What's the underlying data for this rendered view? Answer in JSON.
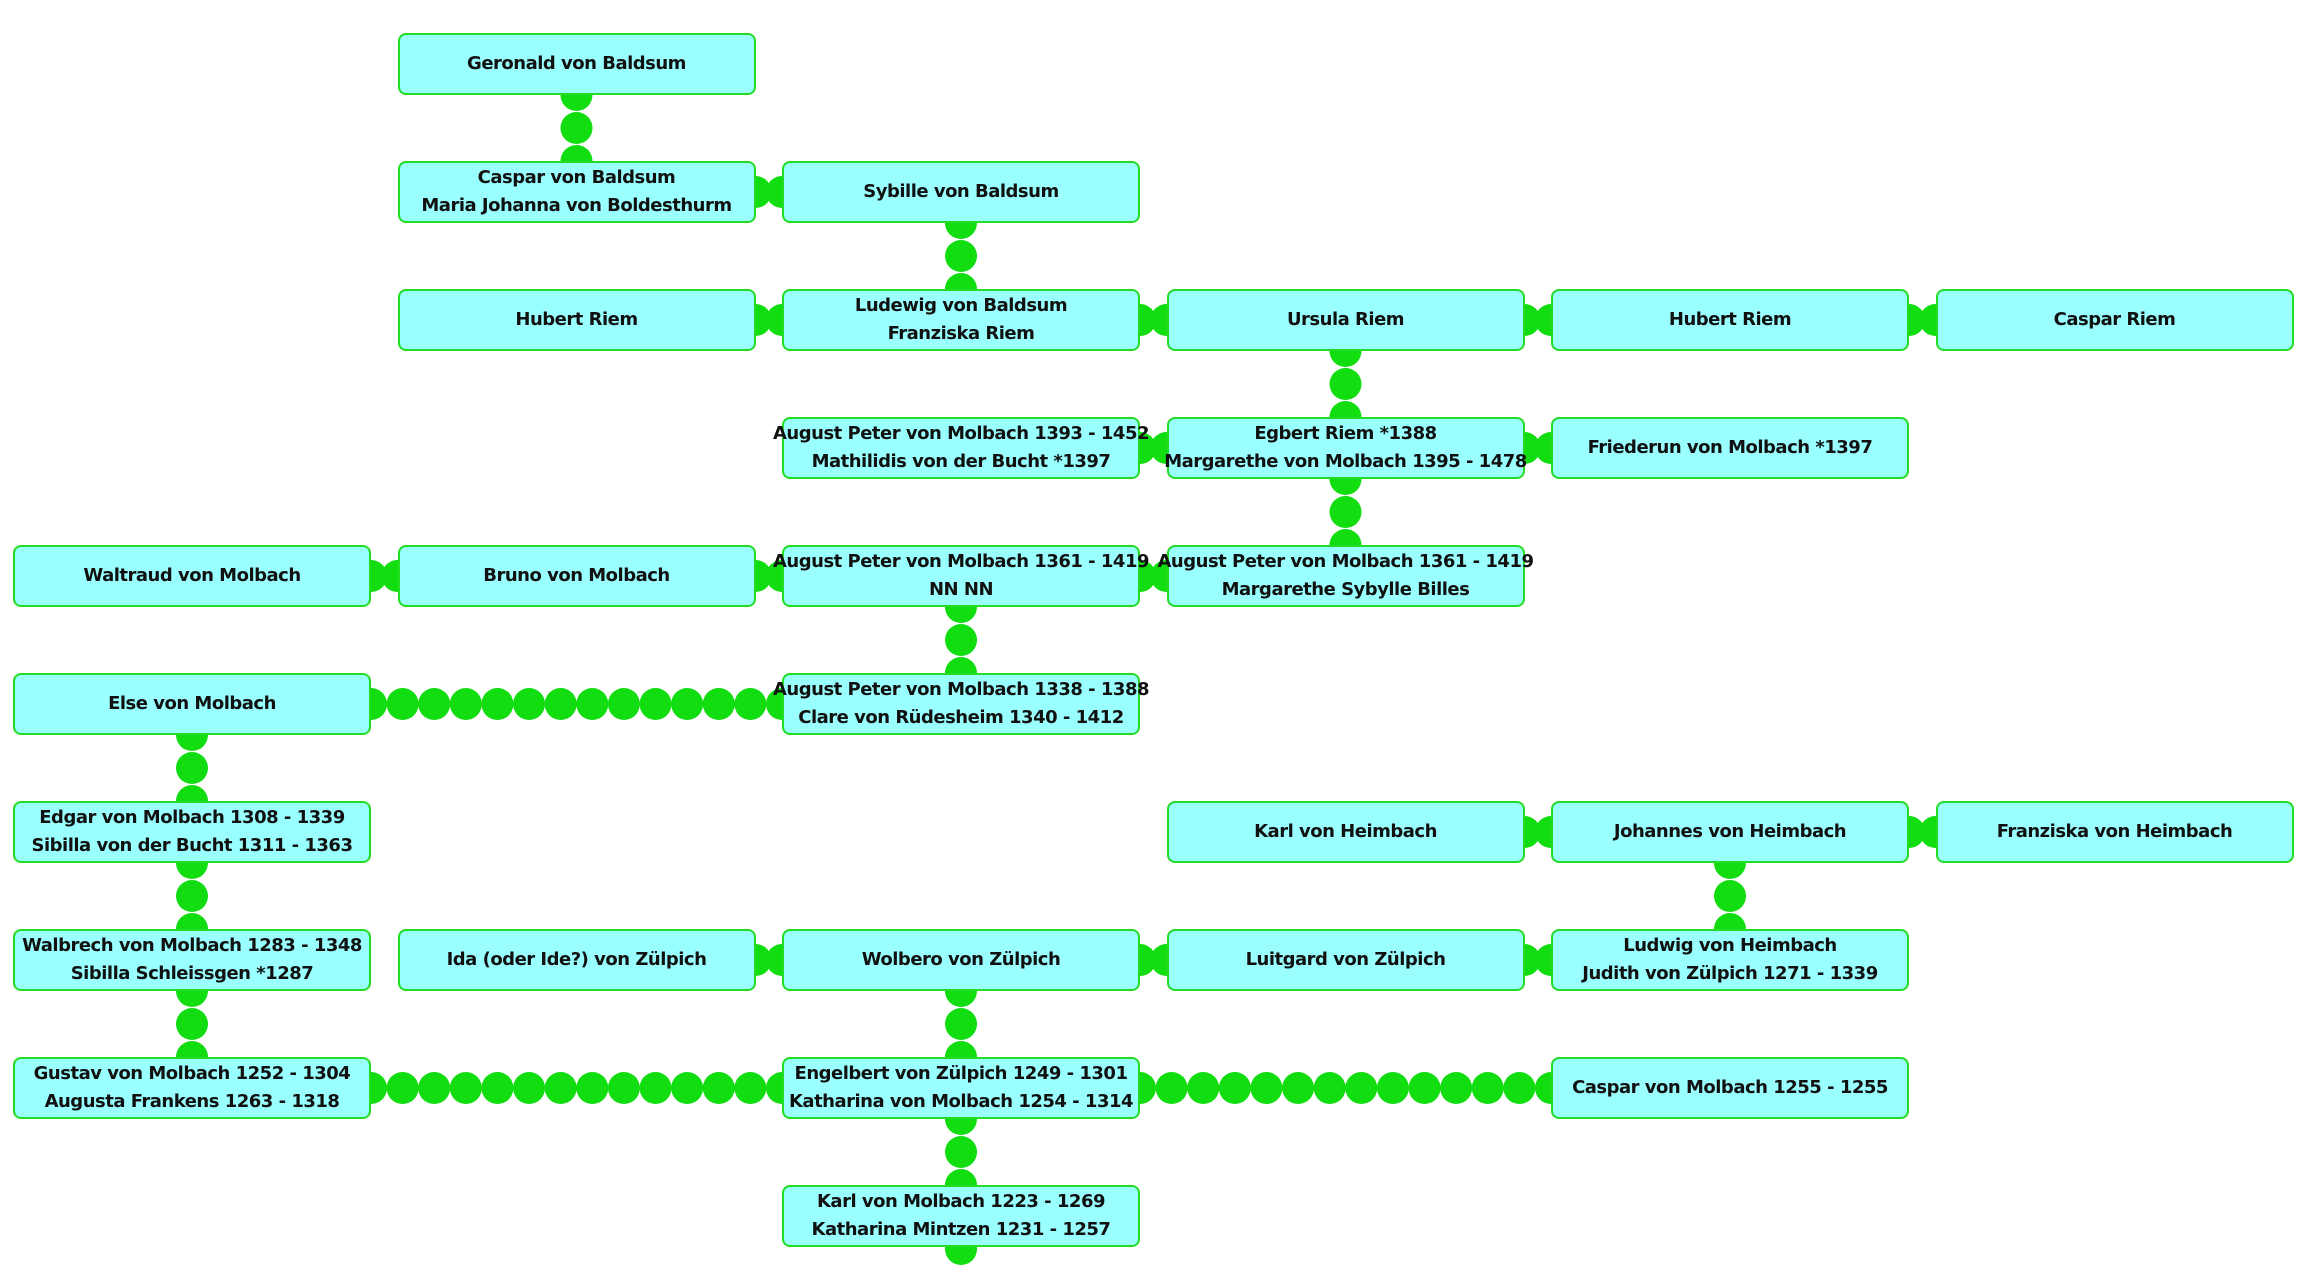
{
  "colors": {
    "node_fill": "#99ffff",
    "node_border": "#22dd22",
    "connector": "#11dd11",
    "text": "#111111"
  },
  "nodes": [
    {
      "id": "n1",
      "col": 1,
      "row": 0,
      "lines": [
        "Geronald von Baldsum"
      ]
    },
    {
      "id": "n2",
      "col": 1,
      "row": 1,
      "lines": [
        "Caspar von Baldsum",
        "Maria Johanna von Boldesthurm"
      ]
    },
    {
      "id": "n3",
      "col": 2,
      "row": 1,
      "lines": [
        "Sybille von Baldsum"
      ]
    },
    {
      "id": "n4",
      "col": 1,
      "row": 2,
      "lines": [
        "Hubert Riem"
      ]
    },
    {
      "id": "n5",
      "col": 2,
      "row": 2,
      "lines": [
        "Ludewig von Baldsum",
        "Franziska Riem"
      ]
    },
    {
      "id": "n6",
      "col": 3,
      "row": 2,
      "lines": [
        "Ursula Riem"
      ]
    },
    {
      "id": "n7",
      "col": 4,
      "row": 2,
      "lines": [
        "Hubert Riem"
      ]
    },
    {
      "id": "n8",
      "col": 5,
      "row": 2,
      "lines": [
        "Caspar Riem"
      ]
    },
    {
      "id": "n9",
      "col": 2,
      "row": 3,
      "lines": [
        "August Peter von Molbach 1393 - 1452",
        "Mathilidis von der Bucht *1397"
      ]
    },
    {
      "id": "n10",
      "col": 3,
      "row": 3,
      "lines": [
        "Egbert Riem *1388",
        "Margarethe von Molbach 1395 - 1478"
      ]
    },
    {
      "id": "n11",
      "col": 4,
      "row": 3,
      "lines": [
        "Friederun von Molbach *1397"
      ]
    },
    {
      "id": "n12",
      "col": 0,
      "row": 4,
      "lines": [
        "Waltraud von Molbach"
      ]
    },
    {
      "id": "n13",
      "col": 1,
      "row": 4,
      "lines": [
        "Bruno von Molbach"
      ]
    },
    {
      "id": "n14",
      "col": 2,
      "row": 4,
      "lines": [
        "August Peter von Molbach 1361 - 1419",
        "NN NN"
      ]
    },
    {
      "id": "n15",
      "col": 3,
      "row": 4,
      "lines": [
        "August Peter von Molbach 1361 - 1419",
        "Margarethe Sybylle Billes"
      ]
    },
    {
      "id": "n16",
      "col": 0,
      "row": 5,
      "lines": [
        "Else von Molbach"
      ]
    },
    {
      "id": "n17",
      "col": 2,
      "row": 5,
      "lines": [
        "August Peter von Molbach 1338 - 1388",
        "Clare von Rüdesheim 1340 - 1412"
      ]
    },
    {
      "id": "n18",
      "col": 0,
      "row": 6,
      "lines": [
        "Edgar von Molbach 1308 - 1339",
        "Sibilla von der Bucht 1311 - 1363"
      ]
    },
    {
      "id": "n19",
      "col": 3,
      "row": 6,
      "lines": [
        "Karl von Heimbach"
      ]
    },
    {
      "id": "n20",
      "col": 4,
      "row": 6,
      "lines": [
        "Johannes von Heimbach"
      ]
    },
    {
      "id": "n21",
      "col": 5,
      "row": 6,
      "lines": [
        "Franziska von Heimbach"
      ]
    },
    {
      "id": "n22",
      "col": 0,
      "row": 7,
      "lines": [
        "Walbrech von Molbach 1283 - 1348",
        "Sibilla Schleissgen *1287"
      ]
    },
    {
      "id": "n23",
      "col": 1,
      "row": 7,
      "lines": [
        "Ida (oder Ide?) von Zülpich"
      ]
    },
    {
      "id": "n24",
      "col": 2,
      "row": 7,
      "lines": [
        "Wolbero von Zülpich"
      ]
    },
    {
      "id": "n25",
      "col": 3,
      "row": 7,
      "lines": [
        "Luitgard von Zülpich"
      ]
    },
    {
      "id": "n26",
      "col": 4,
      "row": 7,
      "lines": [
        "Ludwig von Heimbach",
        "Judith von Zülpich 1271 - 1339"
      ]
    },
    {
      "id": "n27",
      "col": 0,
      "row": 8,
      "lines": [
        "Gustav von Molbach 1252 - 1304",
        "Augusta Frankens 1263 - 1318"
      ]
    },
    {
      "id": "n28",
      "col": 2,
      "row": 8,
      "lines": [
        "Engelbert von Zülpich 1249 - 1301",
        "Katharina von Molbach 1254 - 1314"
      ]
    },
    {
      "id": "n29",
      "col": 4,
      "row": 8,
      "lines": [
        "Caspar von Molbach 1255 - 1255"
      ]
    },
    {
      "id": "n30",
      "col": 2,
      "row": 9,
      "lines": [
        "Karl von Molbach 1223 - 1269",
        "Katharina Mintzen 1231 - 1257"
      ]
    }
  ],
  "links": [
    [
      "n1",
      "n2"
    ],
    [
      "n2",
      "n3"
    ],
    [
      "n3",
      "n5"
    ],
    [
      "n4",
      "n5"
    ],
    [
      "n5",
      "n6"
    ],
    [
      "n6",
      "n7"
    ],
    [
      "n7",
      "n8"
    ],
    [
      "n6",
      "n10"
    ],
    [
      "n10",
      "n11"
    ],
    [
      "n9",
      "n10"
    ],
    [
      "n10",
      "n15"
    ],
    [
      "n12",
      "n13"
    ],
    [
      "n13",
      "n14"
    ],
    [
      "n14",
      "n15"
    ],
    [
      "n14",
      "n17"
    ],
    [
      "n16",
      "n17"
    ],
    [
      "n16",
      "n18"
    ],
    [
      "n18",
      "n22"
    ],
    [
      "n22",
      "n27"
    ],
    [
      "n19",
      "n20"
    ],
    [
      "n20",
      "n21"
    ],
    [
      "n20",
      "n26"
    ],
    [
      "n23",
      "n24"
    ],
    [
      "n24",
      "n25"
    ],
    [
      "n25",
      "n26"
    ],
    [
      "n24",
      "n28"
    ],
    [
      "n27",
      "n28"
    ],
    [
      "n28",
      "n29"
    ],
    [
      "n28",
      "n30"
    ]
  ]
}
